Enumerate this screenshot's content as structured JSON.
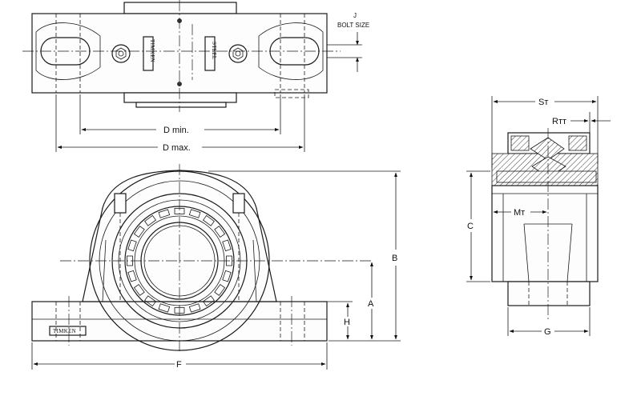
{
  "labels": {
    "j": "J",
    "bolt_size": "BOLT SIZE",
    "d_min": "D min.",
    "d_max": "D max.",
    "st": "Sт",
    "rtt": "Rтт",
    "mt": "Mт",
    "c": "C",
    "b": "B",
    "a": "A",
    "h": "H",
    "f": "F",
    "g": "G"
  },
  "brand": {
    "timken_top": "TIMKEN",
    "steel_top": "STEEL",
    "timken_base": "TIMKEN"
  }
}
